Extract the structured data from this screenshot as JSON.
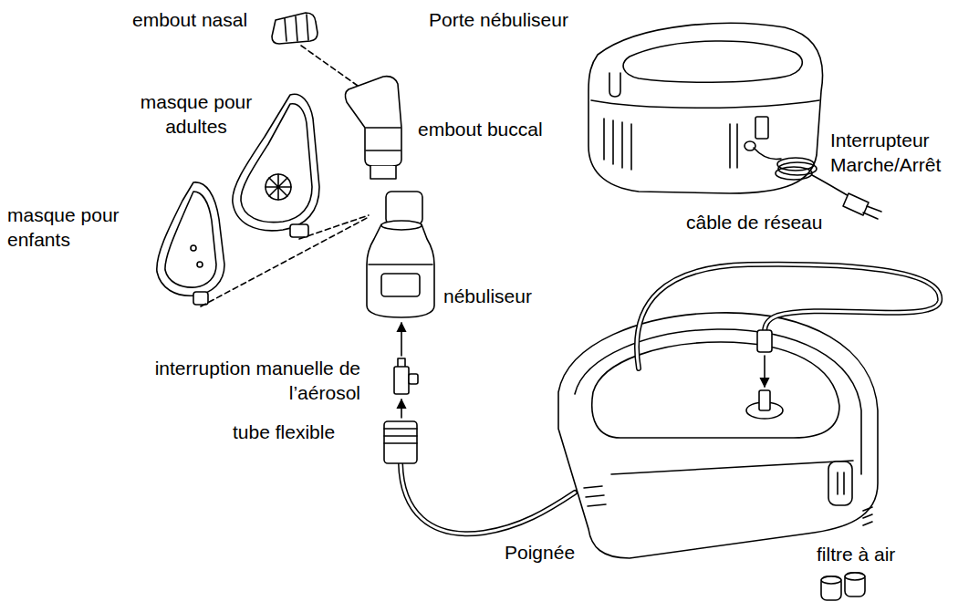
{
  "diagram": {
    "labels": [
      "embout nasal",
      "Porte nébuliseur",
      "masque pour adultes",
      "embout buccal",
      "Interrupteur Marche/Arrêt",
      "masque pour enfants",
      "câble de réseau",
      "nébuliseur",
      "interruption manuelle de l’aérosol",
      "tube flexible",
      "Poignée",
      "filtre à air"
    ]
  }
}
